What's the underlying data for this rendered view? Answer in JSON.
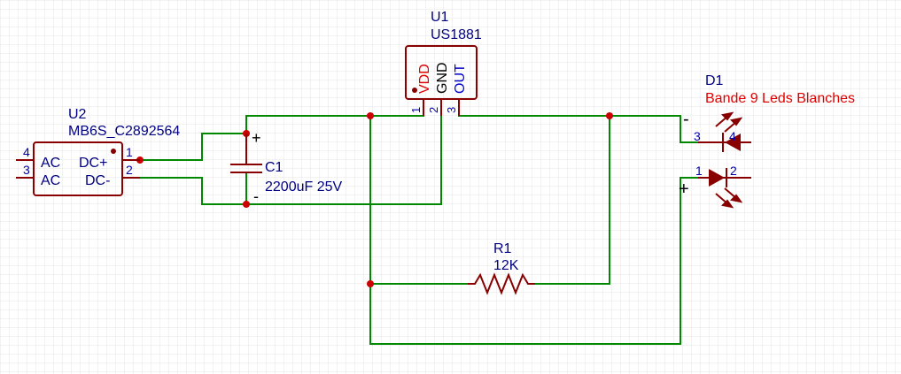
{
  "colors": {
    "background": "#ffffff",
    "grid": "#e6e6e6",
    "wire": "#008800",
    "component": "#880000",
    "pin_number": "#0000aa",
    "designator": "#000080",
    "value_highlight": "#e00000"
  },
  "components": {
    "u2": {
      "designator": "U2",
      "value": "MB6S_C2892564",
      "pins": [
        "4",
        "3",
        "1",
        "2"
      ],
      "pin_names": [
        "AC",
        "AC",
        "DC+",
        "DC-"
      ]
    },
    "c1": {
      "designator": "C1",
      "value": "2200uF 25V",
      "plus": "+",
      "minus": "-"
    },
    "u1": {
      "designator": "U1",
      "value": "US1881",
      "pins": [
        "1",
        "2",
        "3"
      ],
      "pin_names": [
        "VDD",
        "GND",
        "OUT"
      ]
    },
    "r1": {
      "designator": "R1",
      "value": "12K"
    },
    "d1": {
      "designator": "D1",
      "value": "Bande 9 Leds Blanches",
      "pins": [
        "3",
        "4",
        "1",
        "2"
      ],
      "minus": "-",
      "plus": "+"
    }
  }
}
